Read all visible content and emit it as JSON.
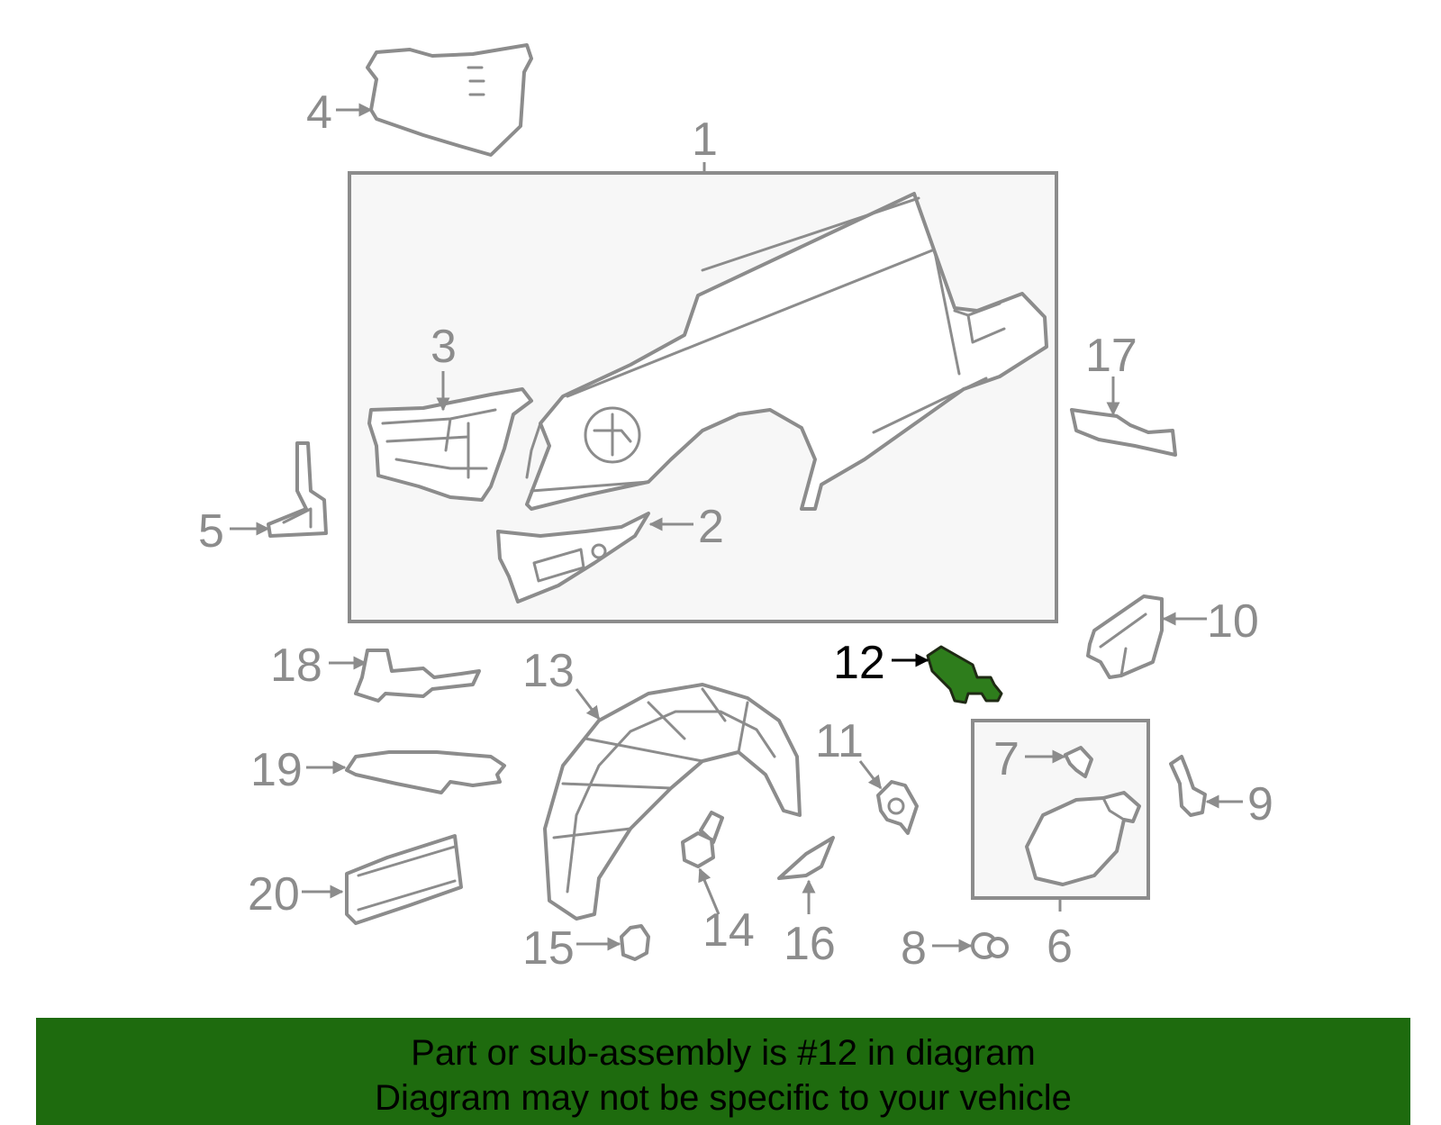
{
  "callouts": {
    "c1": "1",
    "c2": "2",
    "c3": "3",
    "c4": "4",
    "c5": "5",
    "c6": "6",
    "c7": "7",
    "c8": "8",
    "c9": "9",
    "c10": "10",
    "c11": "11",
    "c12": "12",
    "c13": "13",
    "c14": "14",
    "c15": "15",
    "c16": "16",
    "c17": "17",
    "c18": "18",
    "c19": "19",
    "c20": "20"
  },
  "highlight": {
    "callout": "12",
    "color": "#2e7d1c"
  },
  "banner": {
    "line1": "Part or sub-assembly is #12 in diagram",
    "line2": "Diagram may not be specific to your vehicle",
    "background": "#1e6b0e"
  }
}
